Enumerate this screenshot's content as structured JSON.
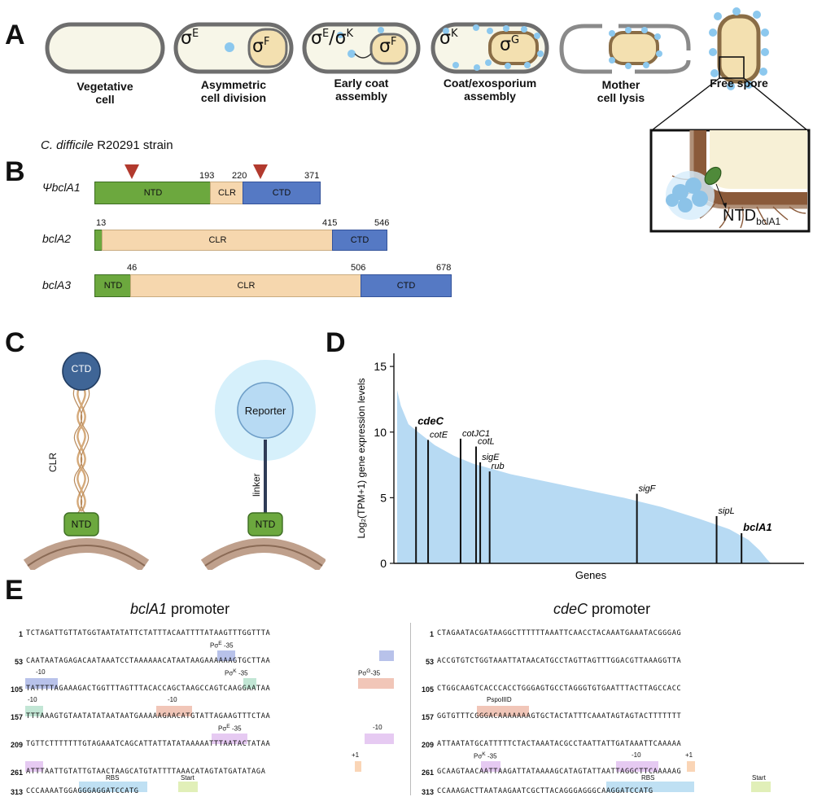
{
  "panels": {
    "a": "A",
    "b": "B",
    "c": "C",
    "d": "D",
    "e": "E"
  },
  "panelA": {
    "stages": [
      {
        "label_line1": "Vegetative",
        "label_line2": "cell"
      },
      {
        "label_line1": "Asymmetric",
        "label_line2": "cell division"
      },
      {
        "label_line1": "Early coat",
        "label_line2": "assembly"
      },
      {
        "label_line1": "Coat/exosporium",
        "label_line2": "assembly"
      },
      {
        "label_line1": "Mother",
        "label_line2": "cell lysis"
      },
      {
        "label_line1": "Free spore",
        "label_line2": ""
      }
    ],
    "sigmas": {
      "s2_left": "σ",
      "s2_left_sup": "E",
      "s2_right": "σ",
      "s2_right_sup": "F",
      "s3_left": "σ",
      "s3_left_sup": "E",
      "s3_slash": "/σ",
      "s3_slash_sup": "K",
      "s3_right": "σ",
      "s3_right_sup": "F",
      "s4_left": "σ",
      "s4_left_sup": "K",
      "s4_right": "σ",
      "s4_right_sup": "G"
    },
    "inset_label": "NTD",
    "inset_sub": "bclA1"
  },
  "panelB": {
    "strain_italic": "C. difficile",
    "strain_rest": " R20291 strain",
    "genes": [
      {
        "name": "ΨbclA1",
        "domains": [
          "NTD",
          "CLR",
          "CTD"
        ],
        "nums": [
          "193",
          "220",
          "371"
        ]
      },
      {
        "name": "bclA2",
        "domains": [
          "CLR",
          "CTD"
        ],
        "nums": [
          "13",
          "415",
          "546"
        ]
      },
      {
        "name": "bclA3",
        "domains": [
          "NTD",
          "CLR",
          "CTD"
        ],
        "nums": [
          "46",
          "506",
          "678"
        ]
      }
    ]
  },
  "panelC": {
    "ctd": "CTD",
    "clr": "CLR",
    "ntd_left": "NTD",
    "reporter": "Reporter",
    "linker": "linker",
    "ntd_right": "NTD"
  },
  "panelD": {
    "chart_data": {
      "type": "area",
      "title": "",
      "xlabel": "Genes",
      "ylabel": "Log₂(TPM+1) gene expression levels",
      "ylim": [
        0,
        16
      ],
      "yticks": [
        0,
        5,
        10,
        15
      ],
      "fill_color": "#b7daf3",
      "n_genes": 100,
      "profile": [
        {
          "rank": 0,
          "value": 13.2
        },
        {
          "rank": 1,
          "value": 12.0
        },
        {
          "rank": 3,
          "value": 10.6
        },
        {
          "rank": 6,
          "value": 9.9
        },
        {
          "rank": 10,
          "value": 9.0
        },
        {
          "rank": 15,
          "value": 8.2
        },
        {
          "rank": 20,
          "value": 7.6
        },
        {
          "rank": 30,
          "value": 6.8
        },
        {
          "rank": 40,
          "value": 6.2
        },
        {
          "rank": 50,
          "value": 5.6
        },
        {
          "rank": 60,
          "value": 5.0
        },
        {
          "rank": 70,
          "value": 4.3
        },
        {
          "rank": 80,
          "value": 3.4
        },
        {
          "rank": 88,
          "value": 2.6
        },
        {
          "rank": 93,
          "value": 1.8
        },
        {
          "rank": 96,
          "value": 1.0
        },
        {
          "rank": 98,
          "value": 0.3
        },
        {
          "rank": 99,
          "value": 0.0
        }
      ],
      "marked_genes": [
        {
          "name": "cdeC",
          "rank": 5.0,
          "value": 10.4,
          "bold": true
        },
        {
          "name": "cotE",
          "rank": 8.2,
          "value": 9.4,
          "bold": false
        },
        {
          "name": "cotJC1",
          "rank": 16.8,
          "value": 9.5,
          "bold": false
        },
        {
          "name": "cotL",
          "rank": 20.9,
          "value": 8.9,
          "bold": false
        },
        {
          "name": "sigE",
          "rank": 22.0,
          "value": 7.7,
          "bold": false
        },
        {
          "name": "rub",
          "rank": 24.5,
          "value": 7.0,
          "bold": false
        },
        {
          "name": "sigF",
          "rank": 63.5,
          "value": 5.3,
          "bold": false
        },
        {
          "name": "sipL",
          "rank": 84.6,
          "value": 3.6,
          "bold": false
        },
        {
          "name": "bclA1",
          "rank": 91.2,
          "value": 2.3,
          "bold": true
        }
      ]
    }
  },
  "panelE": {
    "left_title_italic": "bclA1",
    "left_title_rest": " promoter",
    "right_title_italic": "cdeC",
    "right_title_rest": " promoter",
    "left_lines": [
      {
        "num": "1",
        "seq": "TCTAGATTGTTATGGTAATATATTCTATTTACAATTTTATAAGTTTGGTTTA"
      },
      {
        "num": "53",
        "seq": "CAATAATAGAGACAATAAATCCTAAAAAACATAATAAGAAAAAAGTGCTTAA"
      },
      {
        "num": "105",
        "seq": "TATTTTAGAAAGACTGGTTTAGTTTACACCAGCTAAGCCAGTCAAGGAATAA"
      },
      {
        "num": "157",
        "seq": "TTTAAAGTGTAATATATAATAATGAAAAAGAACATGTATTAGAAGTTTCTAA"
      },
      {
        "num": "209",
        "seq": "TGTTCTTTTTTTGTAGAAATCAGCATTATTATATAAAAATTTAATACTATAA"
      },
      {
        "num": "261",
        "seq": "ATTTAATTGTATTGTAACTAAGCATGTATTTTAAACATAGTATGATATAGA"
      },
      {
        "num": "313",
        "seq": "CCCAAAATGGAGGGAGGATCCATG"
      }
    ],
    "right_lines": [
      {
        "num": "1",
        "seq": "CTAGAATACGATAAGGCTTTTTTAAATTCAACCTACAAATGAAATACGGGAG"
      },
      {
        "num": "53",
        "seq": "ACCGTGTCTGGTAAATTATAACATGCCTAGTTAGTTTGGACGTTAAAGGTTA"
      },
      {
        "num": "105",
        "seq": "CTGGCAAGTCACCCACCTGGGAGTGCCTAGGGTGTGAATTTACTTAGCCACC"
      },
      {
        "num": "157",
        "seq": "GGTGTTTCGGGACAAAAAAAGTGCTACTATTTCAAATAGTAGTACTTTTTTT"
      },
      {
        "num": "209",
        "seq": "ATTAATATGCATTTTTCTACTAAATACGCCTAATTATTGATAAATTCAAAAA"
      },
      {
        "num": "261",
        "seq": "GCAAGTAACAATTAAGATTATAAAAGCATAGTATTAATTAGGCTTCAAAAAG"
      },
      {
        "num": "313",
        "seq": "CCAAAGACTTAATAAGAATCGCTTACAGGGAGGGCAAGGATCCATG"
      }
    ],
    "left_annotations": {
      "pE35a": "Pσ",
      "pE35a_sup": "E",
      "pE35a_tail": " -35",
      "m10a": "-10",
      "pK35": "Pσ",
      "pK35_sup": "K",
      "pK35_tail": " -35",
      "pG35": "Pσ",
      "pG35_sup": "G",
      "pG35_tail": "-35",
      "m10b": "-10",
      "m10c": "-10",
      "pE35b": "Pσ",
      "pE35b_sup": "E",
      "pE35b_tail": " -35",
      "m10d": "-10",
      "plus1": "+1",
      "rbs": "RBS",
      "start": "Start"
    },
    "right_annotations": {
      "pspo": "PspoIIID",
      "pK35": "Pσ",
      "pK35_sup": "K",
      "pK35_tail": " -35",
      "m10": "-10",
      "plus1": "+1",
      "rbs": "RBS",
      "start": "Start"
    }
  }
}
